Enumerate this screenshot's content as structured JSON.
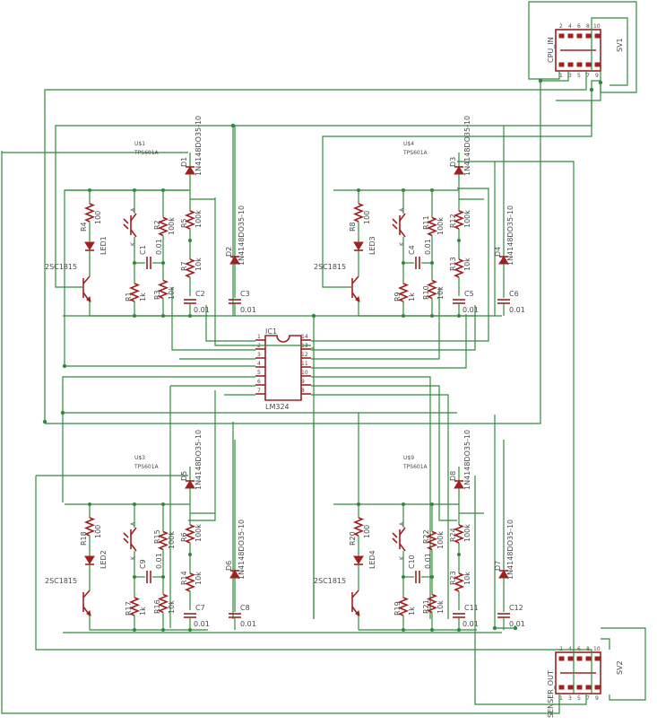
{
  "colors": {
    "wire": "#2e8b3a",
    "component": "#a02020",
    "label": "#4a4a4a"
  },
  "connectors": {
    "cpu_in": {
      "name": "CPU_IN",
      "ref": "SV1",
      "pins_top": [
        "2",
        "4",
        "6",
        "8",
        "10"
      ],
      "pins_bottom": [
        "1",
        "3",
        "5",
        "7",
        "9"
      ]
    },
    "sensor_out": {
      "name": "SENSER_OUT",
      "ref": "SV2",
      "pins_top": [
        "2",
        "4",
        "6",
        "8",
        "10"
      ],
      "pins_bottom": [
        "1",
        "3",
        "5",
        "7",
        "9"
      ]
    }
  },
  "ic": {
    "ref": "IC1",
    "part": "LM324",
    "pins_left": [
      "1",
      "2",
      "3",
      "4",
      "5",
      "6",
      "7"
    ],
    "pins_right": [
      "14",
      "13",
      "12",
      "11",
      "10",
      "9",
      "8"
    ]
  },
  "channels": [
    {
      "sensor": "U$1",
      "sensor_part": "TPS601A",
      "transistor": "2SC1815",
      "led": "LED1",
      "r_led": "R4",
      "r_led_val": "100",
      "r_base": "R1",
      "r_base_val": "1k",
      "r_a": "R2",
      "r_a_val": "100k",
      "r_b": "R3",
      "r_b_val": "10k",
      "r_c": "R5",
      "r_c_val": "100k",
      "r_d": "R7",
      "r_d_val": "10k",
      "c_a": "C1",
      "c_a_val": "0.01",
      "c_b": "C2",
      "c_b_val": "0.01",
      "c_c": "C3",
      "c_c_val": "0.01",
      "d_a": "D1",
      "d_b": "D2",
      "diode_part": "1N4148DO35-10"
    },
    {
      "sensor": "U$4",
      "sensor_part": "TPS601A",
      "transistor": "2SC1815",
      "led": "LED3",
      "r_led": "R8",
      "r_led_val": "100",
      "r_base": "R9",
      "r_base_val": "1k",
      "r_a": "R11",
      "r_a_val": "100k",
      "r_b": "R10",
      "r_b_val": "10k",
      "r_c": "R12",
      "r_c_val": "100k",
      "r_d": "R13",
      "r_d_val": "10k",
      "c_a": "C4",
      "c_a_val": "0.01",
      "c_b": "C5",
      "c_b_val": "0.01",
      "c_c": "C6",
      "c_c_val": "0.01",
      "d_a": "D3",
      "d_b": "D4",
      "diode_part": "1N4148DO35-10"
    },
    {
      "sensor": "U$3",
      "sensor_part": "TPS601A",
      "transistor": "2SC1815",
      "led": "LED2",
      "r_led": "R18",
      "r_led_val": "100",
      "r_base": "R17",
      "r_base_val": "1k",
      "r_a": "R15",
      "r_a_val": "100k",
      "r_b": "R16",
      "r_b_val": "10k",
      "r_c": "R6",
      "r_c_val": "100k",
      "r_d": "R14",
      "r_d_val": "10k",
      "c_a": "C9",
      "c_a_val": "0.01",
      "c_b": "C7",
      "c_b_val": "0.01",
      "c_c": "C8",
      "c_c_val": "0.01",
      "d_a": "D5",
      "d_b": "D6",
      "diode_part": "1N4148DO35-10"
    },
    {
      "sensor": "U$9",
      "sensor_part": "TPS601A",
      "transistor": "2SC1815",
      "led": "LED4",
      "r_led": "R20",
      "r_led_val": "100",
      "r_base": "R19",
      "r_base_val": "1k",
      "r_a": "R22",
      "r_a_val": "100k",
      "r_b": "R21",
      "r_b_val": "10k",
      "r_c": "R24",
      "r_c_val": "100k",
      "r_d": "R23",
      "r_d_val": "10k",
      "c_a": "C10",
      "c_a_val": "0.01",
      "c_b": "C11",
      "c_b_val": "0.01",
      "c_c": "C12",
      "c_c_val": "0.01",
      "d_a": "D8",
      "d_b": "D7",
      "diode_part": "1N4148DO35-10"
    }
  ]
}
